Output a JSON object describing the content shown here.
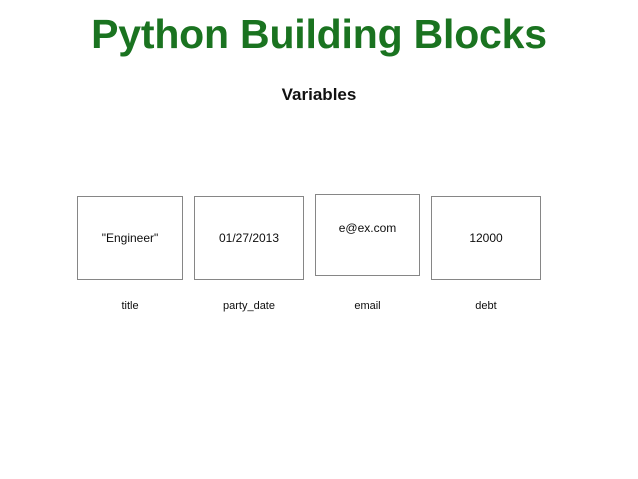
{
  "slide": {
    "title": "Python Building Blocks",
    "title_color": "#1a7320",
    "subtitle": "Variables",
    "subtitle_color": "#111111",
    "background_color": "#ffffff"
  },
  "variables": {
    "box_border_color": "#868686",
    "box_fill_color": "#ffffff",
    "items": [
      {
        "value": "\"Engineer\"",
        "label": "title"
      },
      {
        "value": "01/27/2013",
        "label": "party_date"
      },
      {
        "value": "e@ex.com",
        "label": "email"
      },
      {
        "value": "12000",
        "label": "debt"
      }
    ]
  }
}
